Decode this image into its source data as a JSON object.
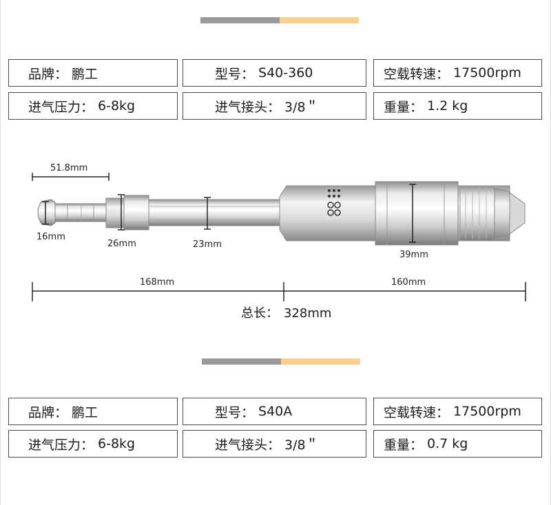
{
  "spec_tables": [
    {
      "rows": [
        [
          {
            "label": "品牌：",
            "value": "鹏工"
          },
          {
            "label": "型号：",
            "value": "S40-360"
          },
          {
            "label": "空载转速：",
            "value": "17500rpm"
          }
        ],
        [
          {
            "label": "进气压力：",
            "value": "6-8kg"
          },
          {
            "label": "进气接头：",
            "value": "3/8＂"
          },
          {
            "label": "重量：",
            "value": "1.2 kg"
          }
        ]
      ]
    },
    {
      "rows": [
        [
          {
            "label": "品牌：",
            "value": "鹏工"
          },
          {
            "label": "型号：",
            "value": "S40A"
          },
          {
            "label": "空载转速：",
            "value": "17500rpm"
          }
        ],
        [
          {
            "label": "进气压力：",
            "value": "6-8kg"
          },
          {
            "label": "进气接头：",
            "value": "3/8＂"
          },
          {
            "label": "重量：",
            "value": "0.7 kg"
          }
        ]
      ]
    }
  ],
  "dimensions": {
    "chuck_length": "51.8mm",
    "chuck_diameter": "16mm",
    "collar_diameter": "26mm",
    "shaft_diameter": "23mm",
    "body_diameter": "39mm",
    "front_length": "168mm",
    "rear_length": "160mm",
    "total_label": "总长：",
    "total_value": "328mm"
  },
  "colors": {
    "divider_gray": "#9a9a9a",
    "divider_yellow": "#f9d08e",
    "border": "#4a4a4a"
  }
}
